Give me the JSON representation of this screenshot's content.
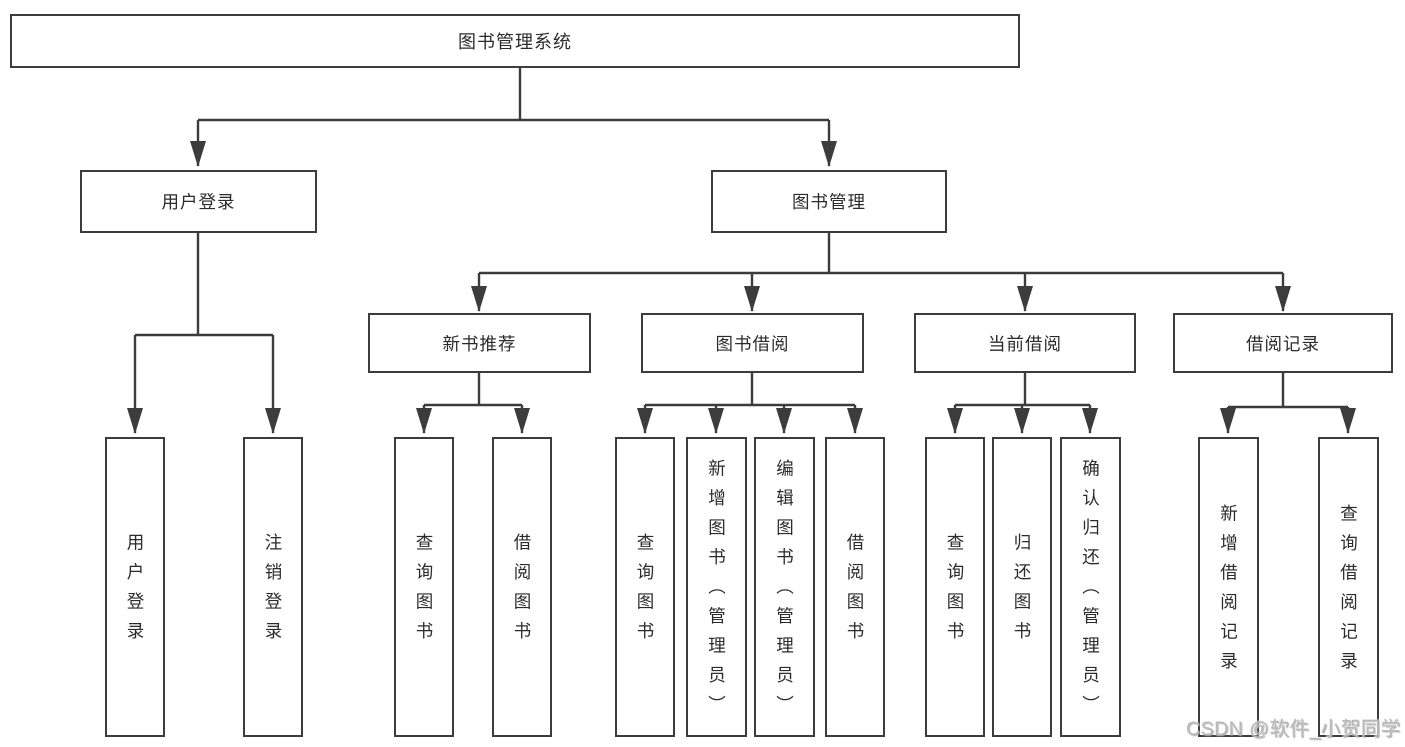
{
  "diagram": {
    "root": {
      "label": "图书管理系统"
    },
    "level1": [
      {
        "label": "用户登录"
      },
      {
        "label": "图书管理"
      }
    ],
    "level2": [
      {
        "label": "新书推荐",
        "parent": "图书管理"
      },
      {
        "label": "图书借阅",
        "parent": "图书管理"
      },
      {
        "label": "当前借阅",
        "parent": "图书管理"
      },
      {
        "label": "借阅记录",
        "parent": "图书管理"
      }
    ],
    "leaves": [
      {
        "label": "用户登录",
        "parent": "用户登录"
      },
      {
        "label": "注销登录",
        "parent": "用户登录"
      },
      {
        "label": "查询图书",
        "parent": "新书推荐"
      },
      {
        "label": "借阅图书",
        "parent": "新书推荐"
      },
      {
        "label": "查询图书",
        "parent": "图书借阅"
      },
      {
        "label": "新增图书（管理员）",
        "parent": "图书借阅"
      },
      {
        "label": "编辑图书（管理员）",
        "parent": "图书借阅"
      },
      {
        "label": "借阅图书",
        "parent": "图书借阅"
      },
      {
        "label": "查询图书",
        "parent": "当前借阅"
      },
      {
        "label": "归还图书",
        "parent": "当前借阅"
      },
      {
        "label": "确认归还（管理员）",
        "parent": "当前借阅"
      },
      {
        "label": "新增借阅记录",
        "parent": "借阅记录"
      },
      {
        "label": "查询借阅记录",
        "parent": "借阅记录"
      }
    ],
    "watermark": "CSDN @软件_小贺同学",
    "colors": {
      "line": "#3c3c3c",
      "text": "#2b2b2b",
      "background": "#ffffff",
      "watermark": "#b9b9b9"
    }
  }
}
